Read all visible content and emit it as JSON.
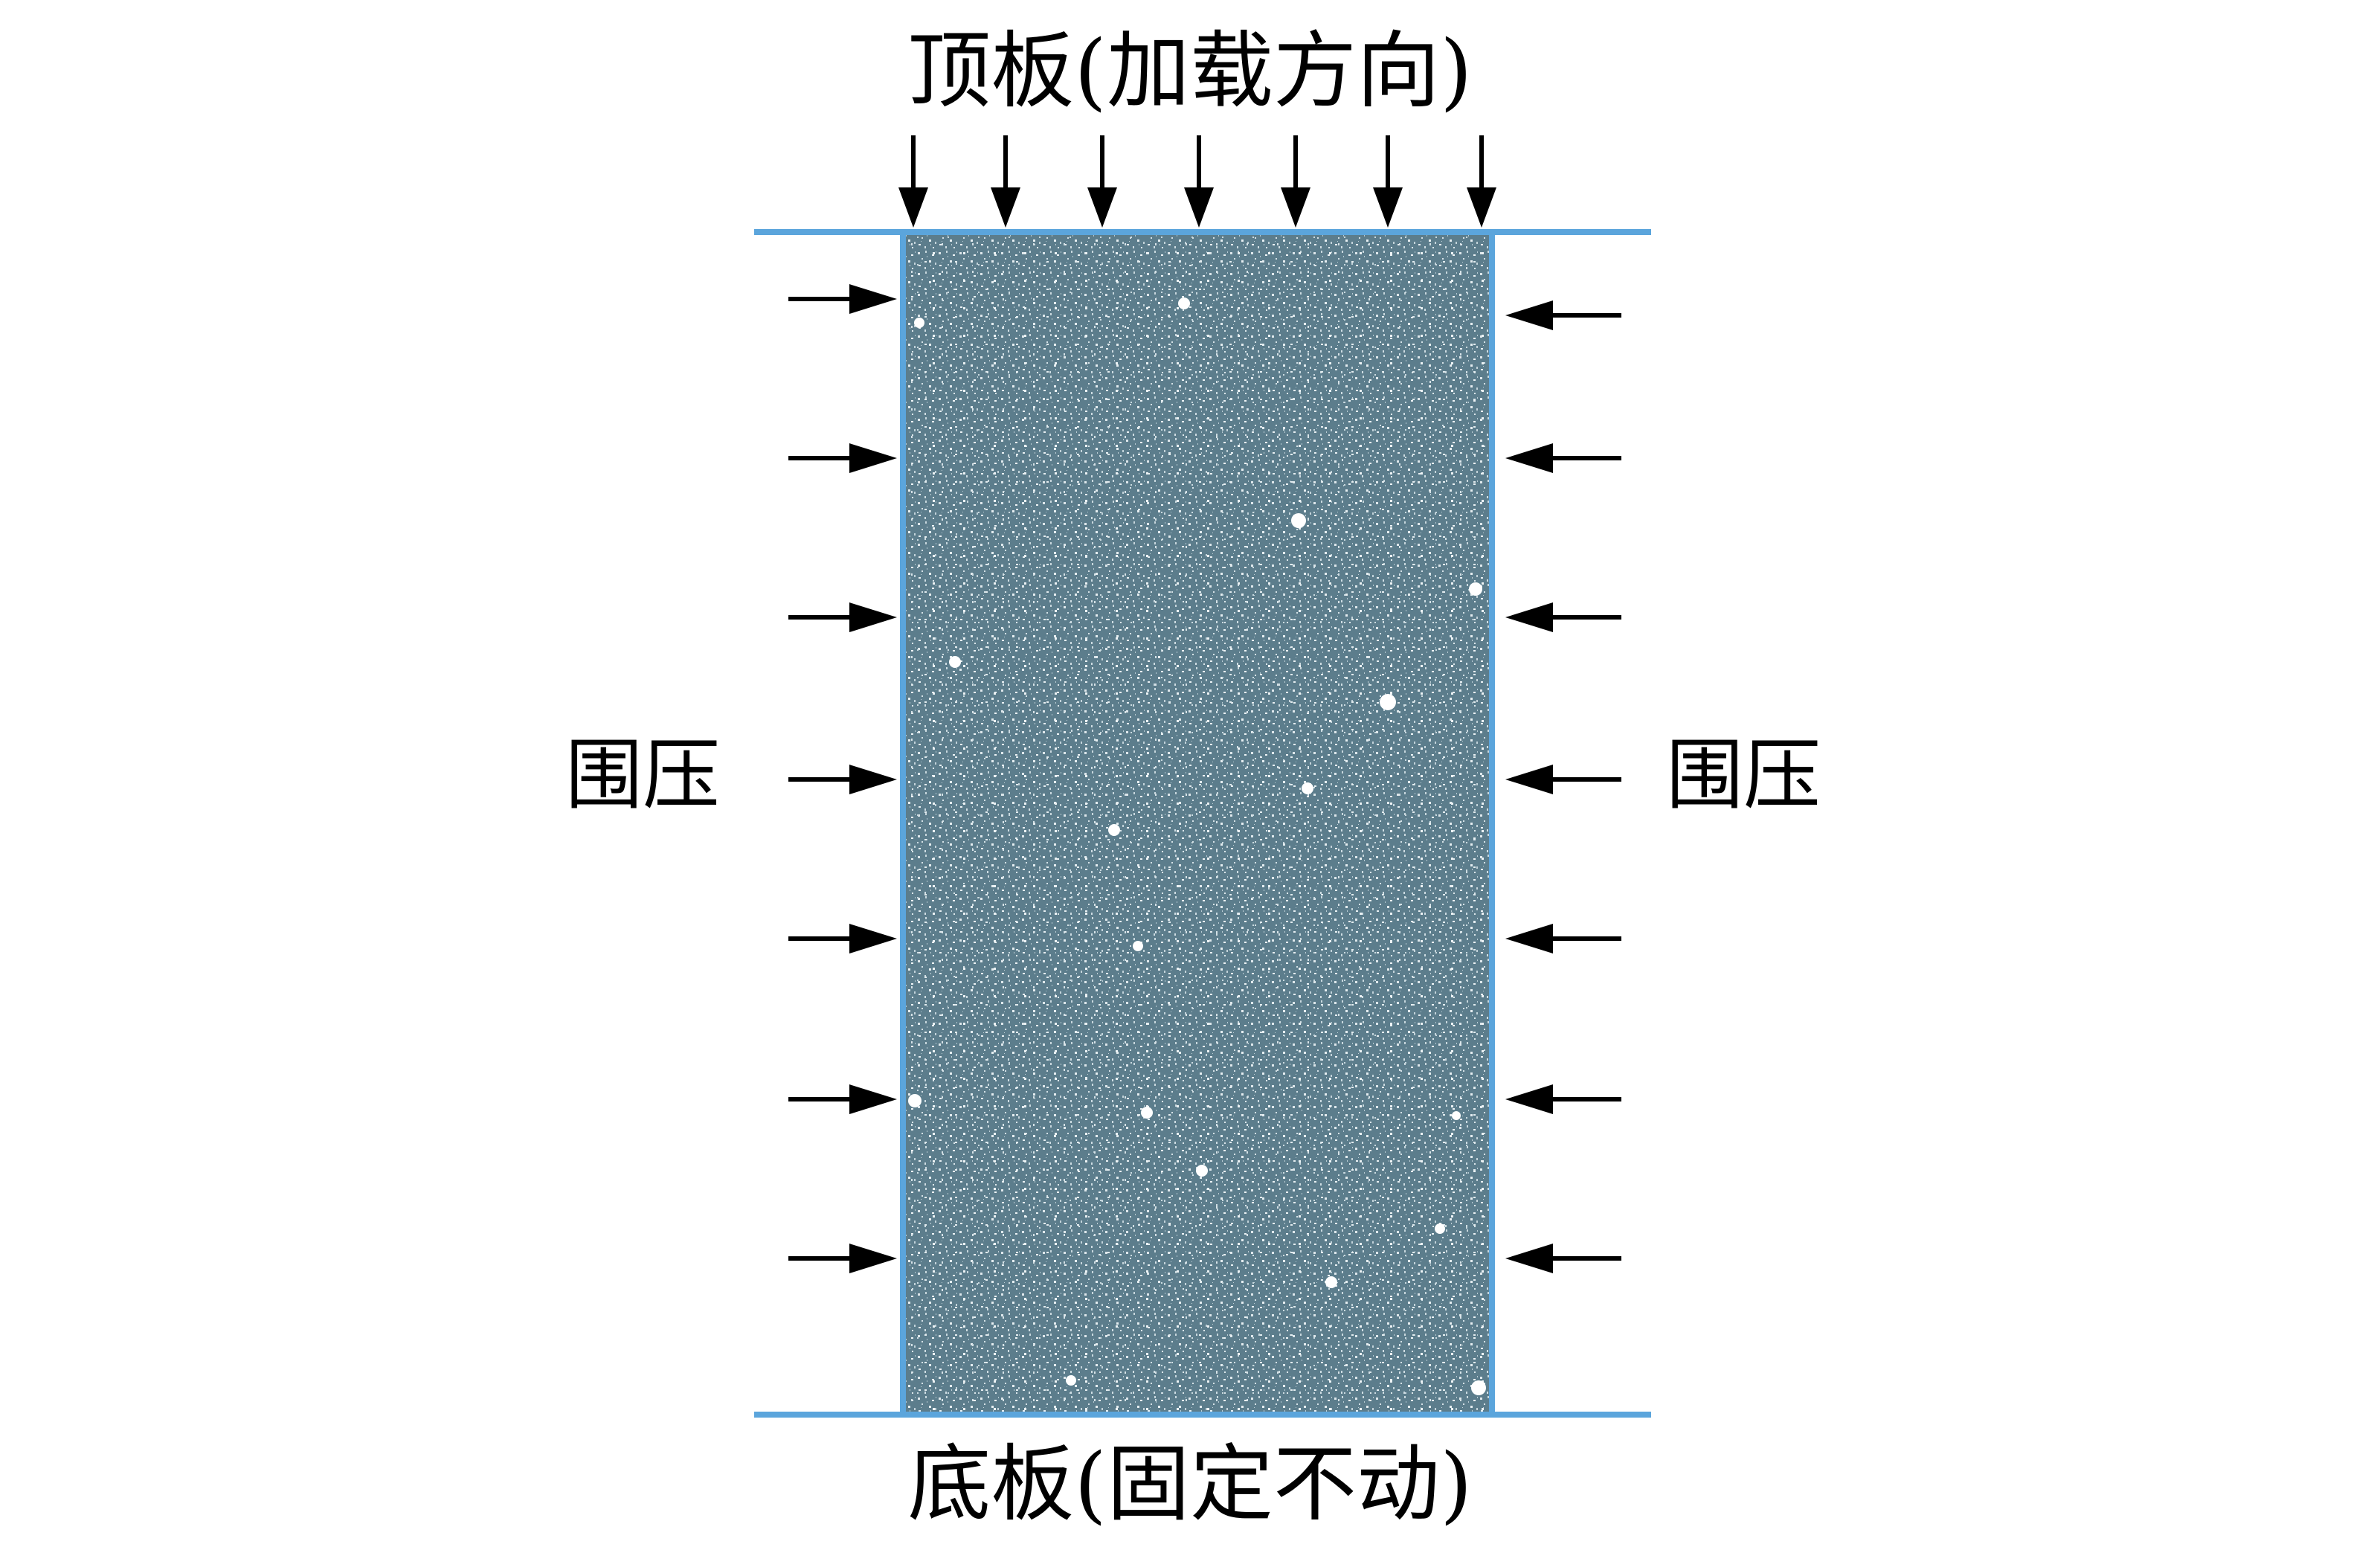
{
  "labels": {
    "top": "顶板(加载方向)",
    "bottom": "底板(固定不动)",
    "left": "围压",
    "right": "围压"
  },
  "colors": {
    "plate": "#5ba5dc",
    "specimen": "#5c7d8c",
    "particle": "#e8f0f3",
    "arrow": "#000000",
    "text": "#000000"
  }
}
